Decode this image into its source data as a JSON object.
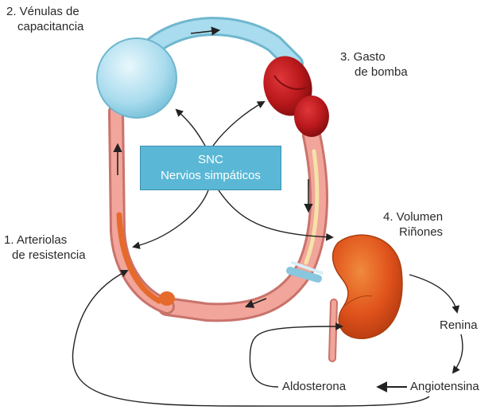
{
  "labels": {
    "venulas_line1": "2. Vénulas de",
    "venulas_line2": "capacitancia",
    "gasto_line1": "3. Gasto",
    "gasto_line2": "de bomba",
    "volumen_line1": "4. Volumen",
    "volumen_line2": "Riñones",
    "arteriolas_line1": "1. Arteriolas",
    "arteriolas_line2": "de resistencia",
    "renina": "Renina",
    "angiotensina": "Angiotensina",
    "aldosterona": "Aldosterona"
  },
  "snc": {
    "line1": "SNC",
    "line2": "Nervios simpáticos"
  },
  "colors": {
    "venous": "#a9dcee",
    "heart": "#b8181b",
    "arterial": "#f2a59a",
    "kidney": "#e0531c",
    "snc_box": "#5ab8d6",
    "arrow": "#222222"
  }
}
